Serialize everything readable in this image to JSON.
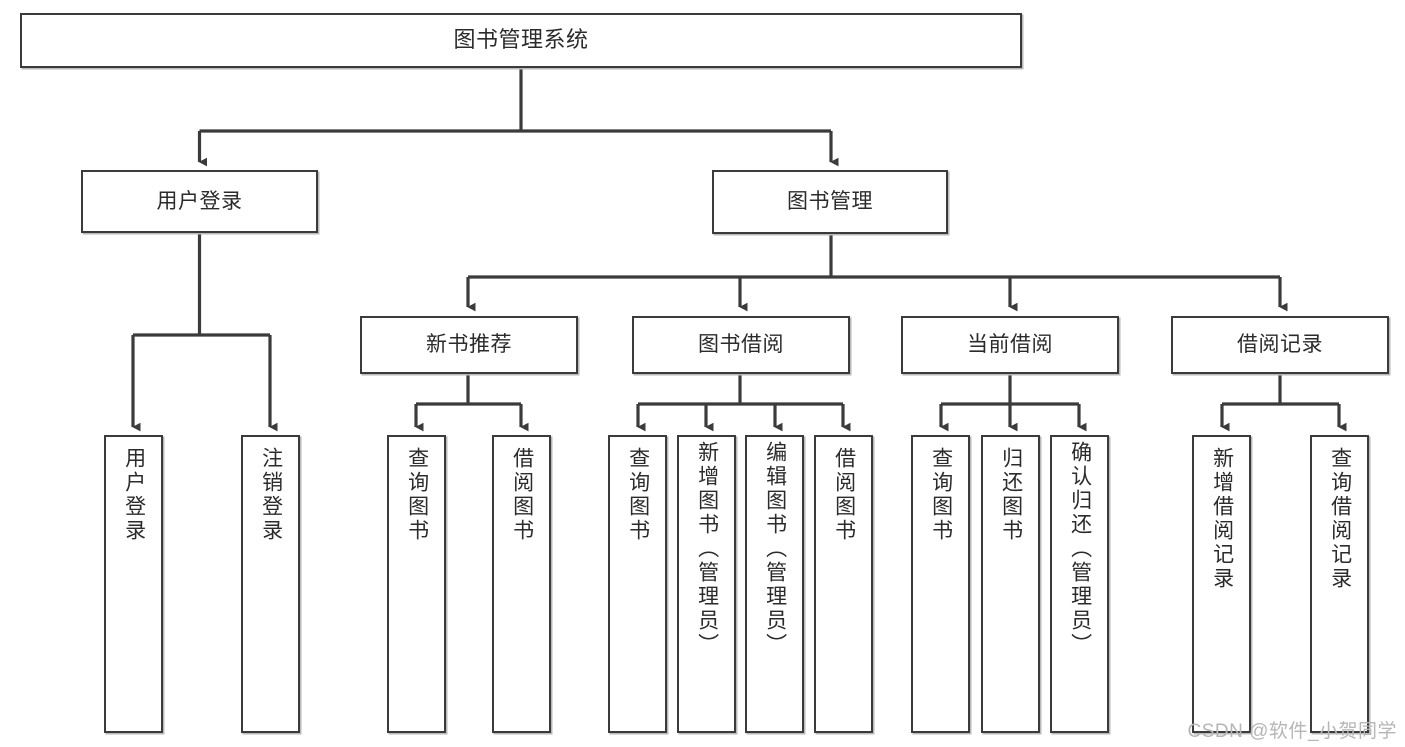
{
  "diagram": {
    "title": "图书管理系统",
    "type": "tree",
    "watermark": "CSDN @软件_小贺同学",
    "colors": {
      "border": "#3b3b3b",
      "shadow": "#b9b9b9",
      "background": "#ffffff",
      "text": "#2b2b2b",
      "watermark": "#b6b6b6"
    },
    "root": {
      "label": "图书管理系统"
    },
    "level2": [
      {
        "id": "user-login",
        "label": "用户登录"
      },
      {
        "id": "book-manage",
        "label": "图书管理"
      }
    ],
    "level3": [
      {
        "id": "new-book-recommend",
        "label": "新书推荐"
      },
      {
        "id": "book-borrow",
        "label": "图书借阅"
      },
      {
        "id": "current-borrow",
        "label": "当前借阅"
      },
      {
        "id": "borrow-record",
        "label": "借阅记录"
      }
    ],
    "leaves": {
      "user_login": [
        {
          "id": "leaf-user-login",
          "label": "用户登录"
        },
        {
          "id": "leaf-logout-login",
          "label": "注销登录"
        }
      ],
      "new_book_recommend": [
        {
          "id": "leaf-query-book-1",
          "label": "查询图书"
        },
        {
          "id": "leaf-borrow-book-1",
          "label": "借阅图书"
        }
      ],
      "book_borrow": [
        {
          "id": "leaf-query-book-2",
          "label": "查询图书"
        },
        {
          "id": "leaf-add-book",
          "label": "新增图书（管理员）"
        },
        {
          "id": "leaf-edit-book",
          "label": "编辑图书（管理员）"
        },
        {
          "id": "leaf-borrow-book-2",
          "label": "借阅图书"
        }
      ],
      "current_borrow": [
        {
          "id": "leaf-query-book-3",
          "label": "查询图书"
        },
        {
          "id": "leaf-return-book",
          "label": "归还图书"
        },
        {
          "id": "leaf-confirm-return",
          "label": "确认归还（管理员）"
        }
      ],
      "borrow_record": [
        {
          "id": "leaf-add-record",
          "label": "新增借阅记录"
        },
        {
          "id": "leaf-query-record",
          "label": "查询借阅记录"
        }
      ]
    }
  }
}
